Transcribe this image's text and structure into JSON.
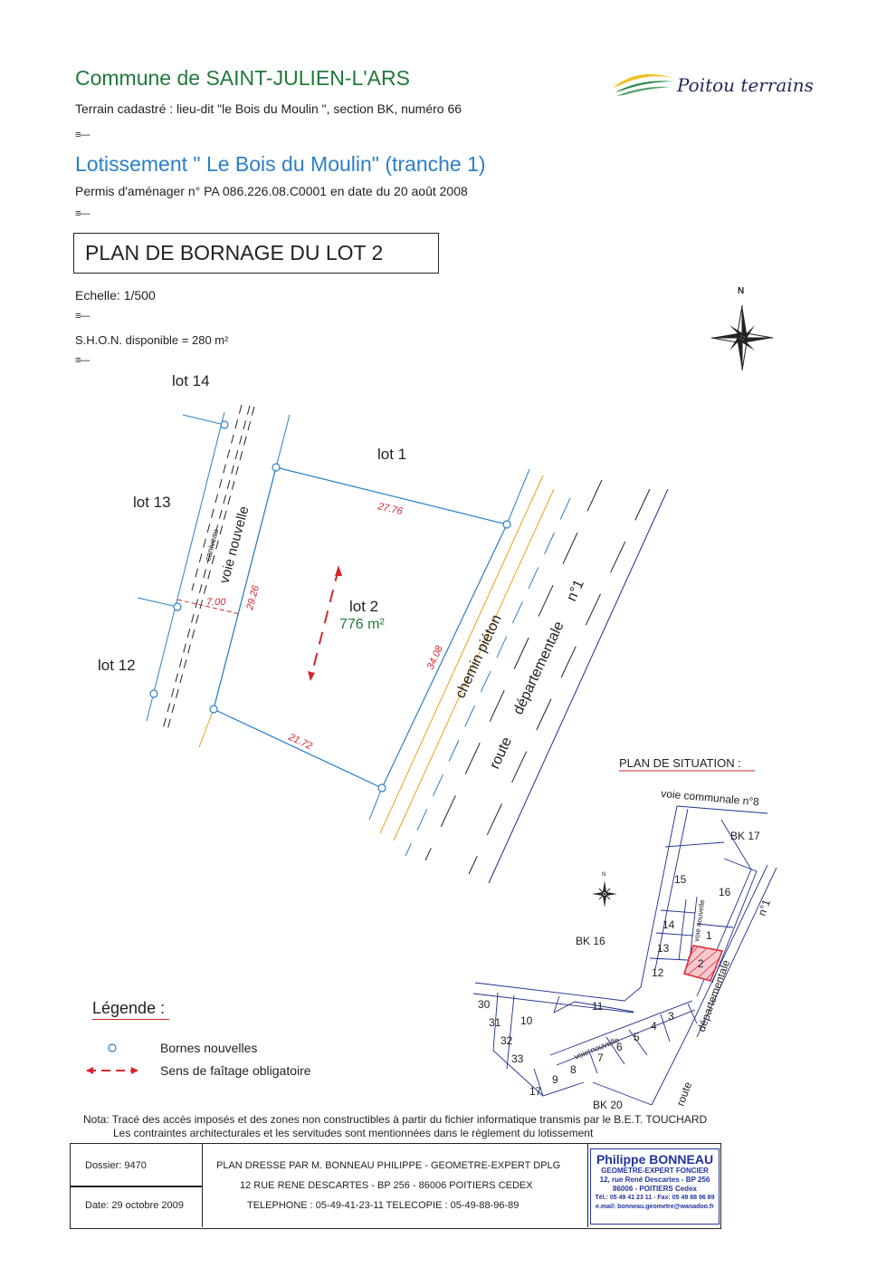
{
  "header": {
    "commune": "Commune de SAINT-JULIEN-L'ARS",
    "cadastre": "Terrain cadastré : lieu-dit \"le Bois du Moulin \", section BK, numéro 66",
    "lotissement": "Lotissement \" Le Bois du Moulin\"  (tranche 1)",
    "permis": "Permis d'aménager n° PA 086.226.08.C0001 en date du 20 août 2008",
    "mark": "≡—"
  },
  "logo": {
    "text": "Poitou terrains"
  },
  "title": "PLAN DE BORNAGE DU LOT 2",
  "echelle": "Echelle: 1/500",
  "shon": "S.H.O.N. disponible = 280 m²",
  "north": "N",
  "plan": {
    "lot14": "lot 14",
    "lot13": "lot 13",
    "lot12": "lot 12",
    "lot1": "lot 1",
    "lot2": "lot 2",
    "lot2_area": "776 m²",
    "dim_top": "27.76",
    "dim_right": "34.08",
    "dim_bottom": "21.72",
    "dim_left": "29.26",
    "dim_width": "7.00",
    "caniveau": "caniveau",
    "voie_nouvelle": "voie nouvelle",
    "chemin": "chemin piéton",
    "route": "route",
    "departementale": "départementale",
    "n1": "n°1"
  },
  "situation": {
    "title": "PLAN DE SITUATION :",
    "voie_communale": "voie communale n°8",
    "bk17": "BK 17",
    "bk16": "BK 16",
    "bk20": "BK 20",
    "voie_nouvelle": "voie nouvelle",
    "departementale": "départementale",
    "route": "route",
    "n1": "n°1",
    "north": "N",
    "lots": [
      "15",
      "16",
      "14",
      "1",
      "13",
      "2",
      "12",
      "11",
      "3",
      "4",
      "5",
      "6",
      "7",
      "8",
      "9",
      "10",
      "17",
      "30",
      "31",
      "32",
      "33"
    ]
  },
  "legend": {
    "title": "Légende :",
    "bornes": "Bornes nouvelles",
    "faitage": "Sens de faîtage obligatoire"
  },
  "nota": {
    "line1": "Nota: Tracé des accès imposés et des zones non constructibles à partir du fichier informatique transmis par le B.E.T. TOUCHARD",
    "line2": "Les contraintes architecturales et les servitudes sont mentionnées dans le règlement du lotissement"
  },
  "footer": {
    "dossier": "Dossier: 9470",
    "date": "Date: 29 octobre 2009",
    "line1": "PLAN DRESSE PAR M. BONNEAU PHILIPPE - GEOMETRE-EXPERT DPLG",
    "line2": "12 RUE RENE DESCARTES - BP 256 - 86006 POITIERS CEDEX",
    "line3": "TELEPHONE : 05-49-41-23-11  TELECOPIE : 05-49-88-96-89",
    "stamp_name": "Philippe BONNEAU",
    "stamp_l1": "GEOMETRE-EXPERT FONCIER",
    "stamp_l2": "12, rue René Descartes - BP 256",
    "stamp_l3": "86006 - POITIERS Cedex",
    "stamp_l4": "Tél.: 05 49 41 23 11 - Fax: 05 49 88 96 89",
    "stamp_l5": "e.mail: bonneau.geometre@wanadoo.fr"
  },
  "colors": {
    "green": "#1f7a3a",
    "blue": "#2a7fc8",
    "red": "#d9262c",
    "orange": "#e8a21a",
    "navy": "#1b2f8a"
  }
}
